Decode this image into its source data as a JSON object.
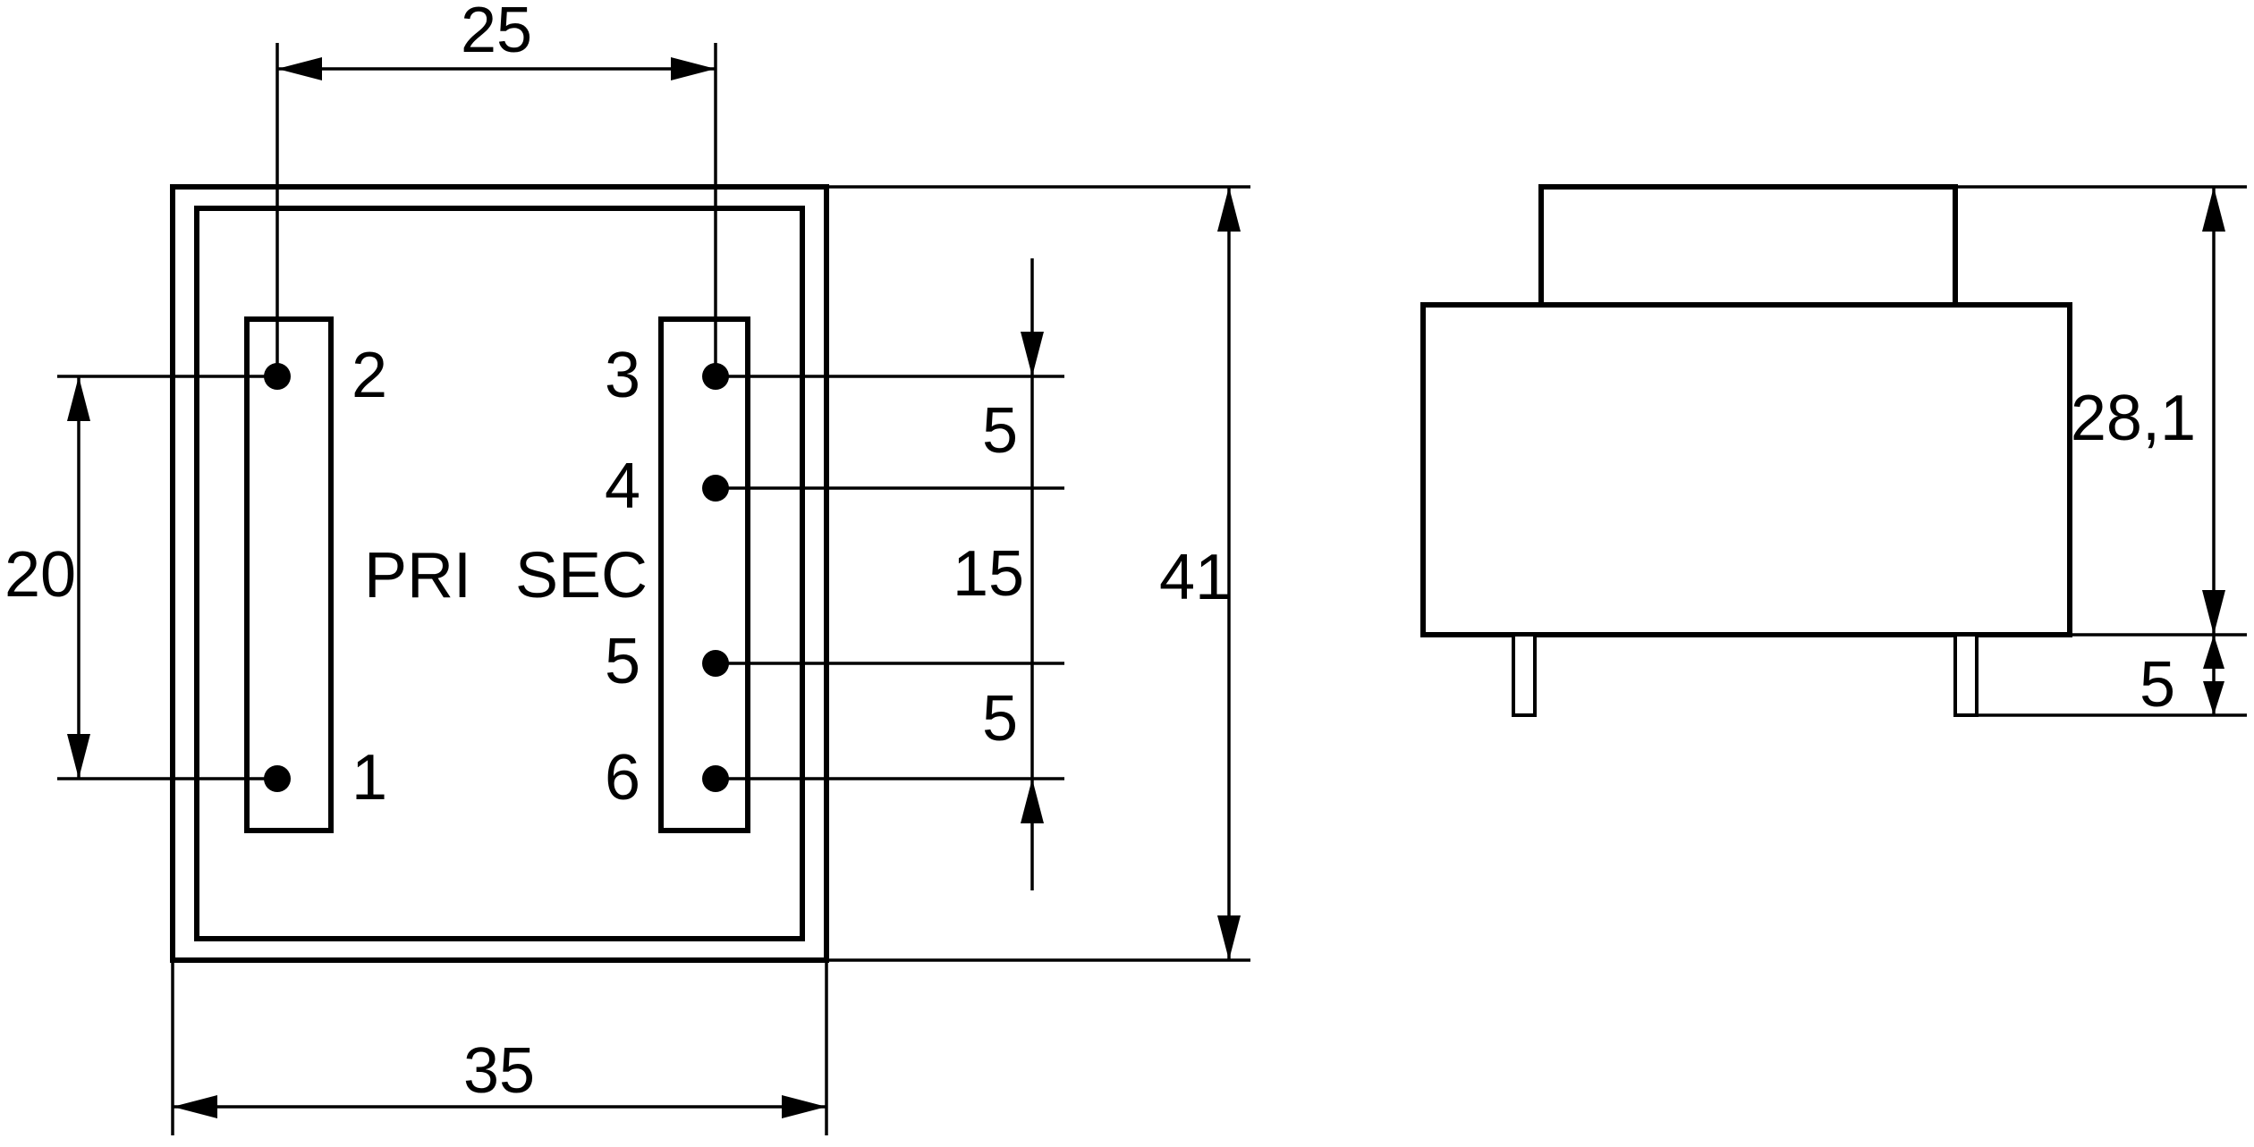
{
  "drawing_type": "transformer-dimensional-drawing",
  "top_view": {
    "dims": {
      "top_width": "25",
      "left_pin_pitch": "20",
      "bottom_width": "35",
      "right_height": "41",
      "sec_pitch_top": "5",
      "sec_pitch_mid": "15",
      "sec_pitch_bottom": "5"
    },
    "pins": {
      "pin1": "1",
      "pin2": "2",
      "pin3": "3",
      "pin4": "4",
      "pin5": "5",
      "pin6": "6"
    },
    "windings": {
      "primary": "PRI",
      "secondary": "SEC"
    }
  },
  "side_view": {
    "dims": {
      "body_height": "28,1",
      "pin_length": "5"
    }
  }
}
